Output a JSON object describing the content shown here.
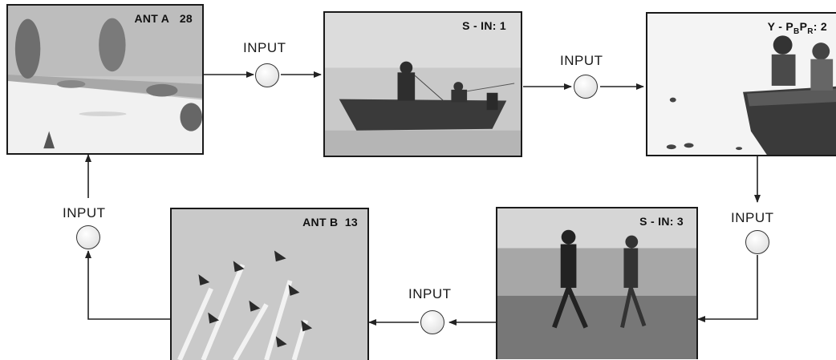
{
  "screens": {
    "ant_a": {
      "title": "ANT A",
      "channel": "28"
    },
    "s_in_1": {
      "title": "S - IN: 1"
    },
    "ypbpr": {
      "prefix": "Y - P",
      "sub_b": "B",
      "mid": "P",
      "sub_r": "R",
      "suffix": ": 2"
    },
    "ant_b": {
      "title": "ANT B",
      "channel": "13"
    },
    "s_in_3": {
      "title": "S - IN: 3"
    }
  },
  "buttons": {
    "input_1": "INPUT",
    "input_2": "INPUT",
    "input_3": "INPUT",
    "input_4": "INPUT",
    "input_5": "INPUT"
  },
  "colors": {
    "line": "#222222",
    "button_fill": "#e6e6e6"
  }
}
